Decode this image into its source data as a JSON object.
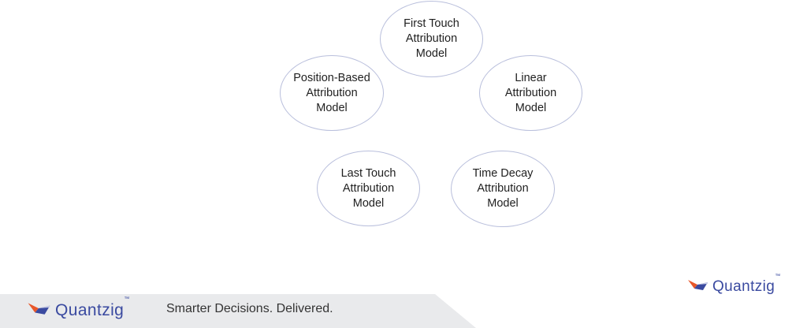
{
  "diagram": {
    "nodes": [
      {
        "id": "first-touch",
        "lines": [
          "First Touch",
          "Attribution",
          "Model"
        ]
      },
      {
        "id": "position-based",
        "lines": [
          "Position-Based",
          "Attribution",
          "Model"
        ]
      },
      {
        "id": "linear",
        "lines": [
          "Linear",
          "Attribution",
          "Model"
        ]
      },
      {
        "id": "last-touch",
        "lines": [
          "Last Touch",
          "Attribution",
          "Model"
        ]
      },
      {
        "id": "time-decay",
        "lines": [
          "Time Decay",
          "Attribution",
          "Model"
        ]
      }
    ]
  },
  "brand": {
    "name": "Quantzig",
    "tm": "™",
    "tagline": "Smarter Decisions. Delivered.",
    "colors": {
      "primary": "#3a4aa0",
      "accent": "#e8572a",
      "band": "#e9eaec"
    },
    "logo_icon": "quantzig-logo-icon"
  }
}
